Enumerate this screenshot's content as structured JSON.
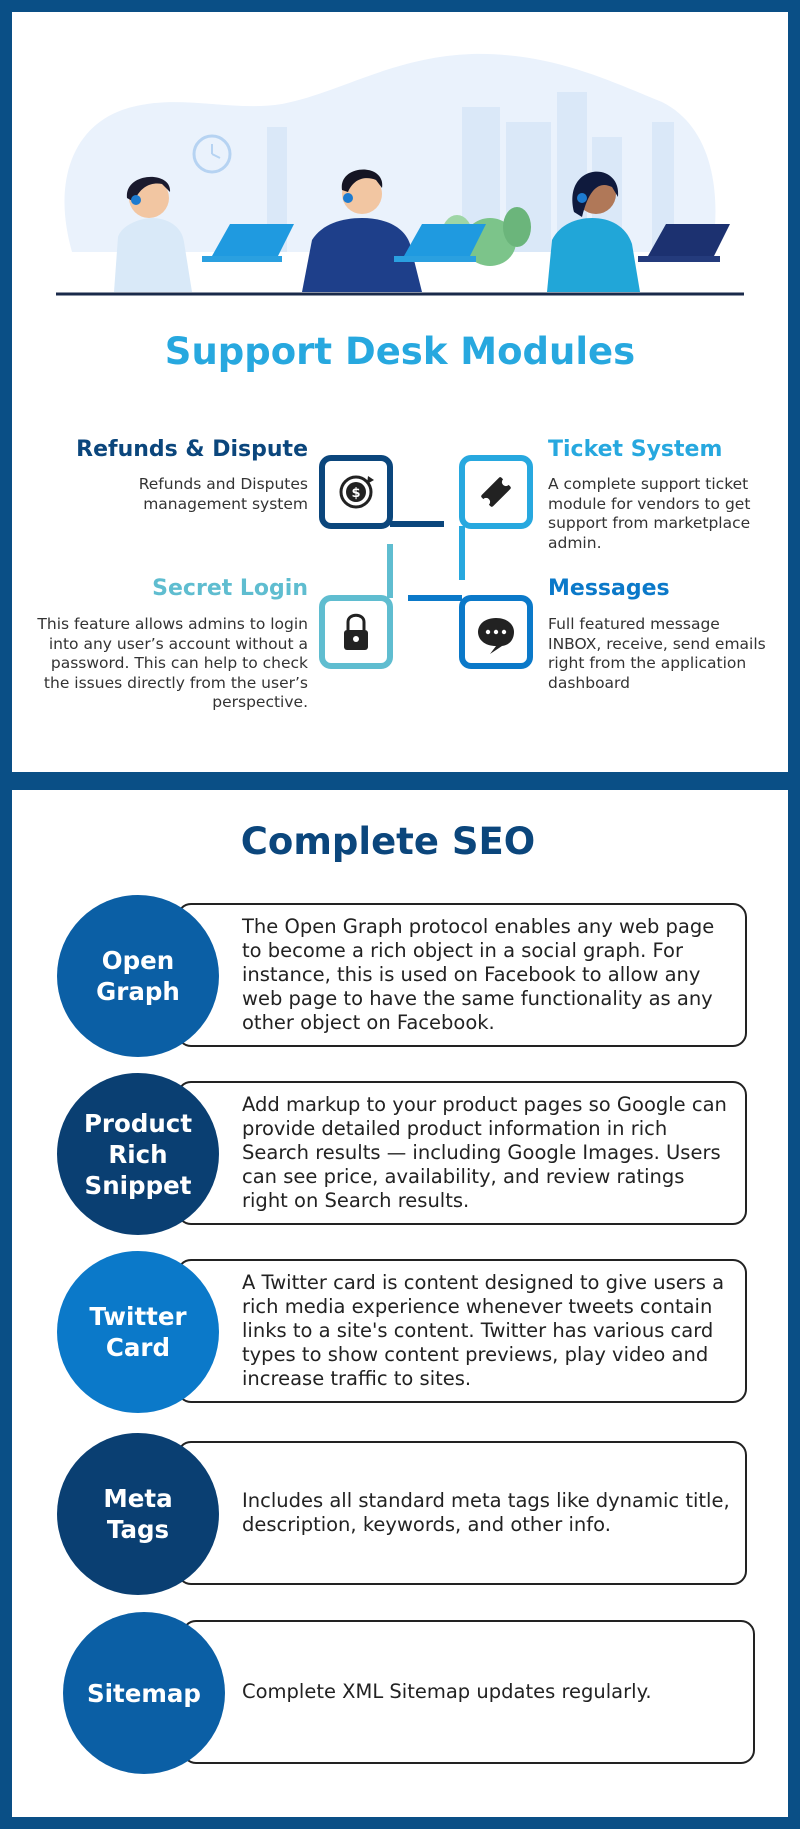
{
  "support": {
    "title": "Support Desk Modules",
    "modules": [
      {
        "heading": "Refunds & Dispute",
        "text": "Refunds and Disputes management system",
        "color": "#0b467c",
        "icon": "dollar-refresh-icon"
      },
      {
        "heading": "Ticket System",
        "text": "A complete support ticket module for vendors to get support from marketplace admin.",
        "color": "#27a8df",
        "icon": "ticket-icon"
      },
      {
        "heading": "Secret Login",
        "text": "This feature allows admins to login into any user’s account without a password. This can help to check the issues directly from the user’s perspective.",
        "color": "#5fbdd0",
        "icon": "lock-icon"
      },
      {
        "heading": "Messages",
        "text": "Full featured message INBOX, receive, send emails right from the application dashboard",
        "color": "#0b79c9",
        "icon": "chat-bubble-icon"
      }
    ]
  },
  "seo": {
    "title": "Complete SEO",
    "items": [
      {
        "label": "Open\nGraph",
        "text": "The Open Graph protocol enables any web page to become a rich object in a social graph. For instance, this is used on Facebook to allow any web page to have the same functionality as any other object on Facebook.",
        "color": "#0b5fa5"
      },
      {
        "label": "Product\nRich\nSnippet",
        "text": "Add markup to your product pages so Google can provide detailed product information in rich Search results — including Google Images. Users can see price, availability, and review ratings right on Search results.",
        "color": "#0a3f72"
      },
      {
        "label": "Twitter\nCard",
        "text": "A Twitter card is content designed to give users a rich media experience whenever tweets contain links to a site's content. Twitter has various card types to show content previews, play video and increase  traffic to sites.",
        "color": "#0b79c9"
      },
      {
        "label": "Meta\nTags",
        "text": "Includes all standard meta tags like dynamic title, description, keywords, and other info.",
        "color": "#0a3f72"
      },
      {
        "label": "Sitemap",
        "text": "Complete XML Sitemap updates regularly.",
        "color": "#0b5fa5"
      }
    ]
  }
}
